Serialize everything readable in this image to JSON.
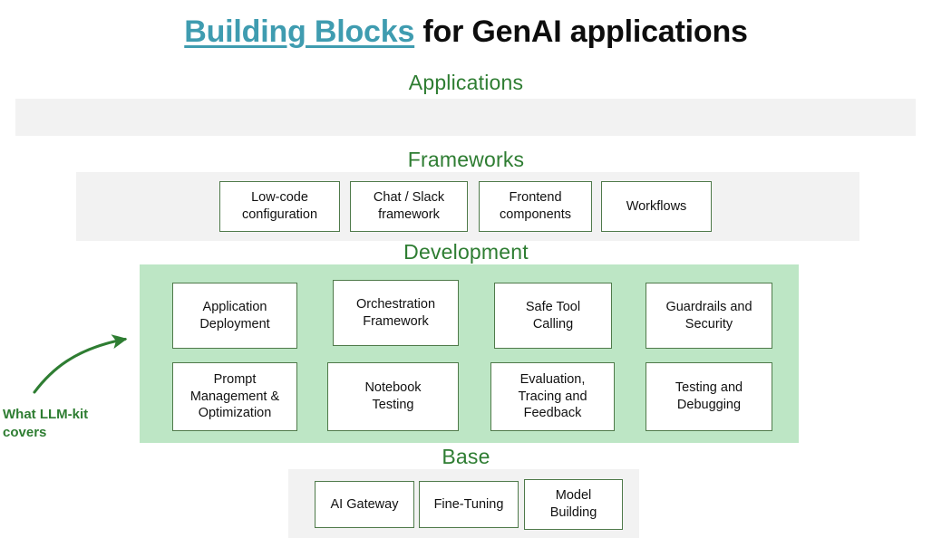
{
  "title": {
    "accent": "Building Blocks",
    "plain": " for GenAI applications"
  },
  "colors": {
    "accent_teal": "#3f9cb0",
    "heading_green": "#2e7d32",
    "band_gray": "#f2f2f2",
    "band_green": "#bde6c5",
    "box_border_green": "#4f7a4a",
    "box_fill": "#ffffff",
    "text_black": "#111111"
  },
  "sections": [
    {
      "id": "applications",
      "heading": "Applications",
      "band_style": "gray",
      "boxes": []
    },
    {
      "id": "frameworks",
      "heading": "Frameworks",
      "band_style": "gray",
      "boxes": [
        {
          "label": "Low-code\nconfiguration"
        },
        {
          "label": "Chat / Slack\nframework"
        },
        {
          "label": "Frontend\ncomponents"
        },
        {
          "label": "Workflows"
        }
      ]
    },
    {
      "id": "development",
      "heading": "Development",
      "band_style": "green",
      "boxes": [
        {
          "label": "Application\nDeployment"
        },
        {
          "label": "Orchestration\nFramework"
        },
        {
          "label": "Safe Tool\nCalling"
        },
        {
          "label": "Guardrails and\nSecurity"
        },
        {
          "label": "Prompt\nManagement &\nOptimization"
        },
        {
          "label": "Notebook\nTesting"
        },
        {
          "label": "Evaluation,\nTracing and\nFeedback"
        },
        {
          "label": "Testing and\nDebugging"
        }
      ]
    },
    {
      "id": "base",
      "heading": "Base",
      "band_style": "gray",
      "boxes": [
        {
          "label": "AI Gateway"
        },
        {
          "label": "Fine-Tuning"
        },
        {
          "label": "Model\nBuilding"
        }
      ]
    }
  ],
  "annotation": {
    "label": "What LLM-kit\ncovers",
    "arrow": "curved-arrow-icon"
  }
}
